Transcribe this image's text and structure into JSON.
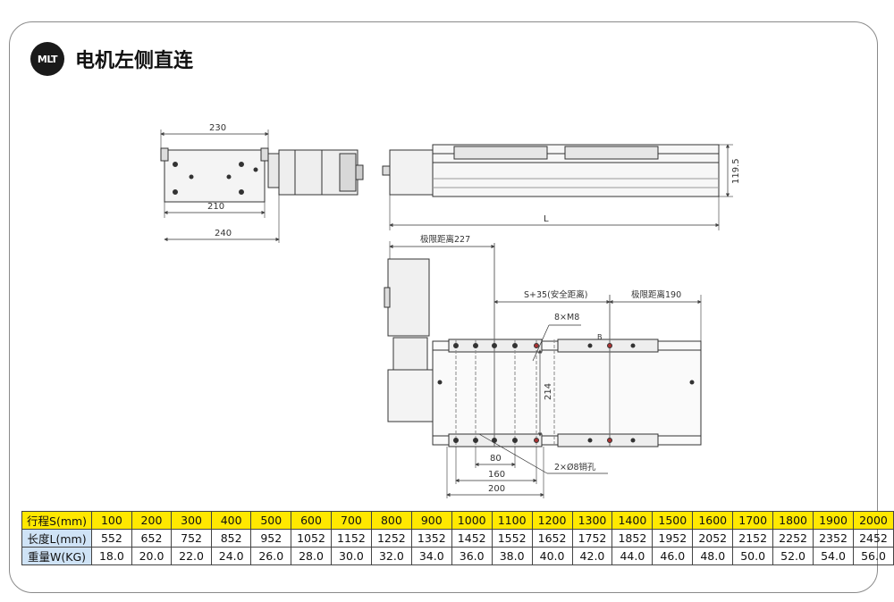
{
  "header": {
    "logo_text": "MLT",
    "title": "电机左侧直连"
  },
  "drawing": {
    "top_view": {
      "dim_width_top": "230",
      "dim_inner": "210",
      "dim_total": "240"
    },
    "side_view": {
      "dim_height": "119.5",
      "dim_length": "L"
    },
    "plan_view": {
      "limit_227": "极限距离227",
      "safety": "S+35(安全距离)",
      "limit_190": "极限距离190",
      "screws": "8×M8",
      "height_214": "214",
      "holes": "2×Ø8销孔",
      "dim_80": "80",
      "dim_160": "160",
      "dim_200": "200",
      "detail_label": "B"
    }
  },
  "table": {
    "rows": [
      {
        "label": "行程S(mm)",
        "values": [
          "100",
          "200",
          "300",
          "400",
          "500",
          "600",
          "700",
          "800",
          "900",
          "1000",
          "1100",
          "1200",
          "1300",
          "1400",
          "1500",
          "1600",
          "1700",
          "1800",
          "1900",
          "2000"
        ]
      },
      {
        "label": "长度L(mm)",
        "values": [
          "552",
          "652",
          "752",
          "852",
          "952",
          "1052",
          "1152",
          "1252",
          "1352",
          "1452",
          "1552",
          "1652",
          "1752",
          "1852",
          "1952",
          "2052",
          "2152",
          "2252",
          "2352",
          "2452"
        ]
      },
      {
        "label": "重量W(KG)",
        "values": [
          "18.0",
          "20.0",
          "22.0",
          "24.0",
          "26.0",
          "28.0",
          "30.0",
          "32.0",
          "34.0",
          "36.0",
          "38.0",
          "40.0",
          "42.0",
          "44.0",
          "46.0",
          "48.0",
          "50.0",
          "52.0",
          "54.0",
          "56.0"
        ]
      }
    ],
    "colors": {
      "stroke_row_bg": "#ffe800",
      "label_bg": "#cfe3f6"
    }
  }
}
